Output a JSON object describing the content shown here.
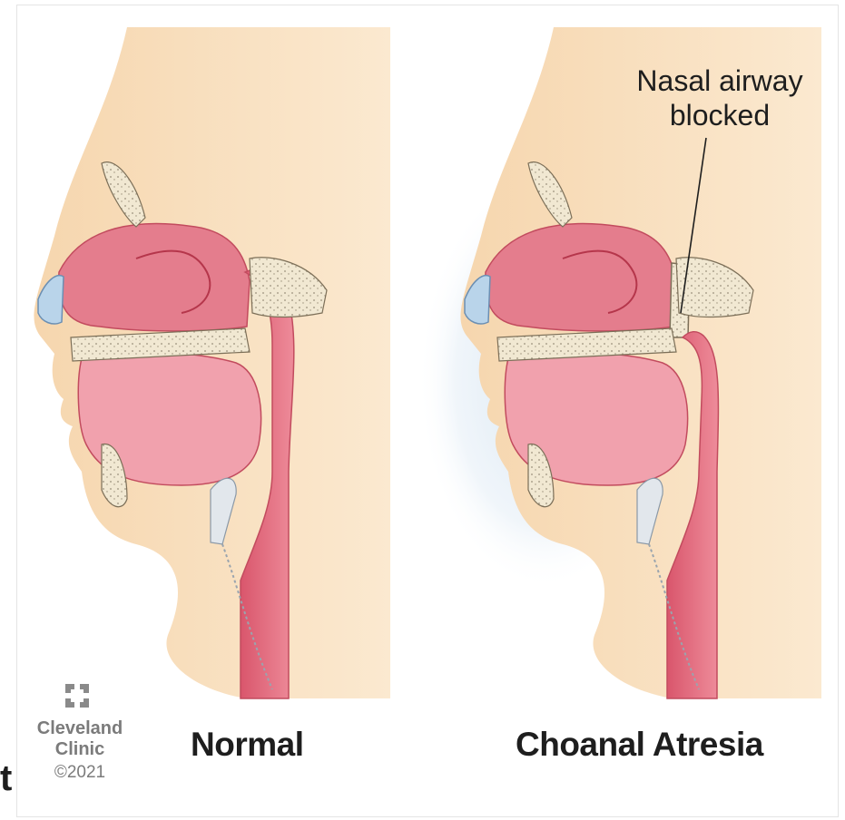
{
  "labels": {
    "left_panel": "Normal",
    "right_panel": "Choanal Atresia",
    "callout_line1": "Nasal airway",
    "callout_line2": "blocked"
  },
  "logo": {
    "name_line1": "Cleveland",
    "name_line2": "Clinic",
    "copyright": "©2021",
    "icon": "cleveland-clinic-cross-logo"
  },
  "stray_text": "t",
  "colors": {
    "skin": "#f7dcb6",
    "airway": "#e0667a",
    "mouth": "#f2a3ae",
    "bone": "#efe6cf",
    "cartilage_blue": "#9fc3df",
    "background_glow": "#d8e6f2"
  }
}
